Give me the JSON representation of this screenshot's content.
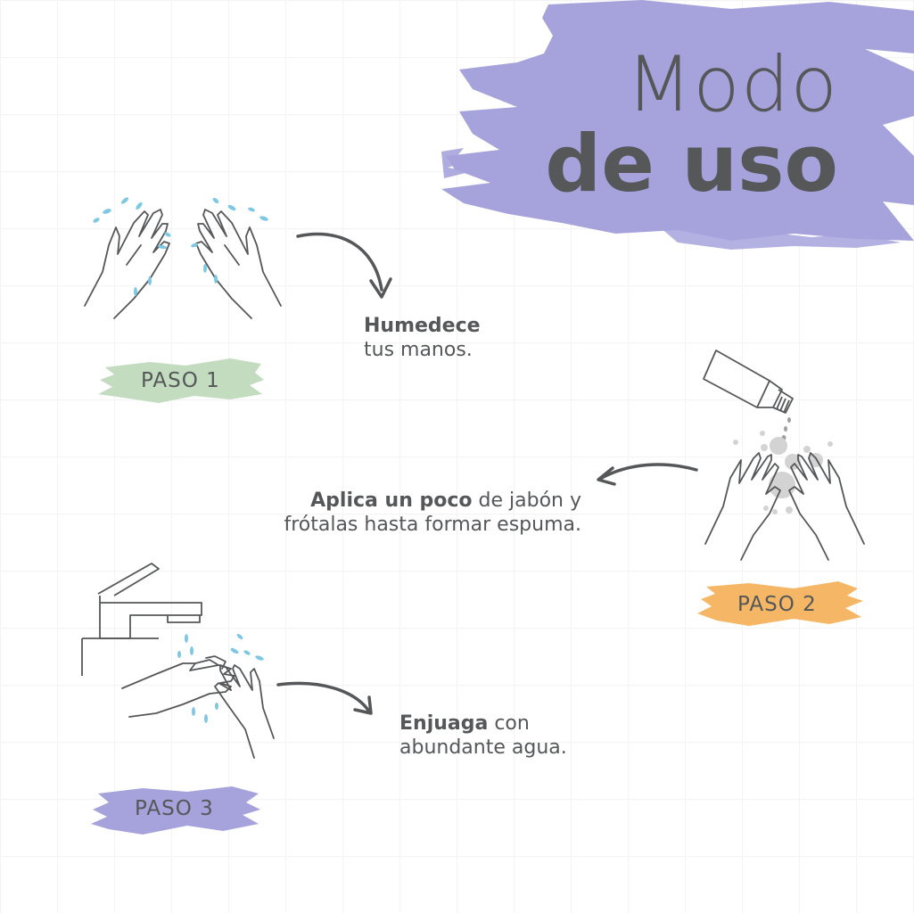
{
  "title": {
    "line1": "Modo",
    "line2": "de uso"
  },
  "steps": [
    {
      "badge": "PASO 1",
      "bold": "Humedece",
      "line2": "tus manos."
    },
    {
      "badge": "PASO 2",
      "bold": "Aplica un poco",
      "rest": " de jabón y",
      "line2": "frótalas hasta formar espuma."
    },
    {
      "badge": "PASO 3",
      "bold": "Enjuaga",
      "rest": " con",
      "line2": "abundante agua."
    }
  ],
  "colors": {
    "title_brush": "#a6a3dc",
    "paso1_brush": "#c3dcc0",
    "paso2_brush": "#f5b766",
    "paso3_brush": "#a6a3dc",
    "water_drop": "#7ec8e3",
    "line_art": "#555759"
  },
  "icons": [
    "wet-hands-icon",
    "soap-bottle-icon",
    "lathering-hands-icon",
    "faucet-icon",
    "rinsing-hands-icon",
    "curved-arrow-icon"
  ]
}
